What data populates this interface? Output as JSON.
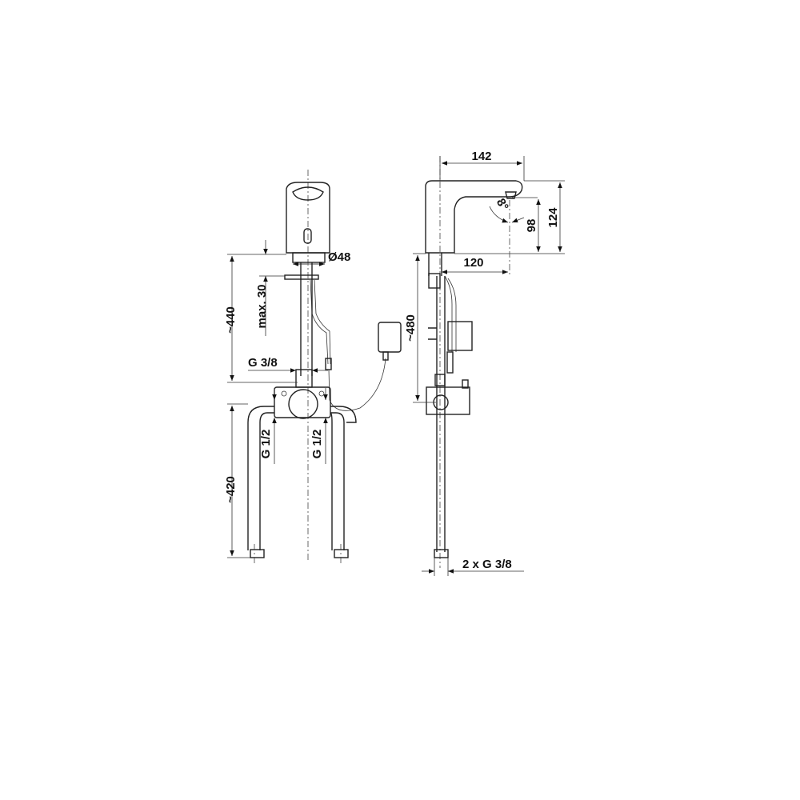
{
  "front_view": {
    "dim_total_height": "~440",
    "dim_max_plate": "max. 30",
    "dim_diameter": "Ø48",
    "thread_top": "G 3/8",
    "thread_left": "G 1/2",
    "thread_right": "G 1/2",
    "dim_leg_height": "~420"
  },
  "side_view": {
    "dim_reach": "142",
    "dim_height": "124",
    "dim_outlet_height": "98",
    "dim_angle": "8°",
    "dim_outlet_reach": "120",
    "dim_total_height": "~480",
    "thread_bottom": "2 x G 3/8"
  }
}
